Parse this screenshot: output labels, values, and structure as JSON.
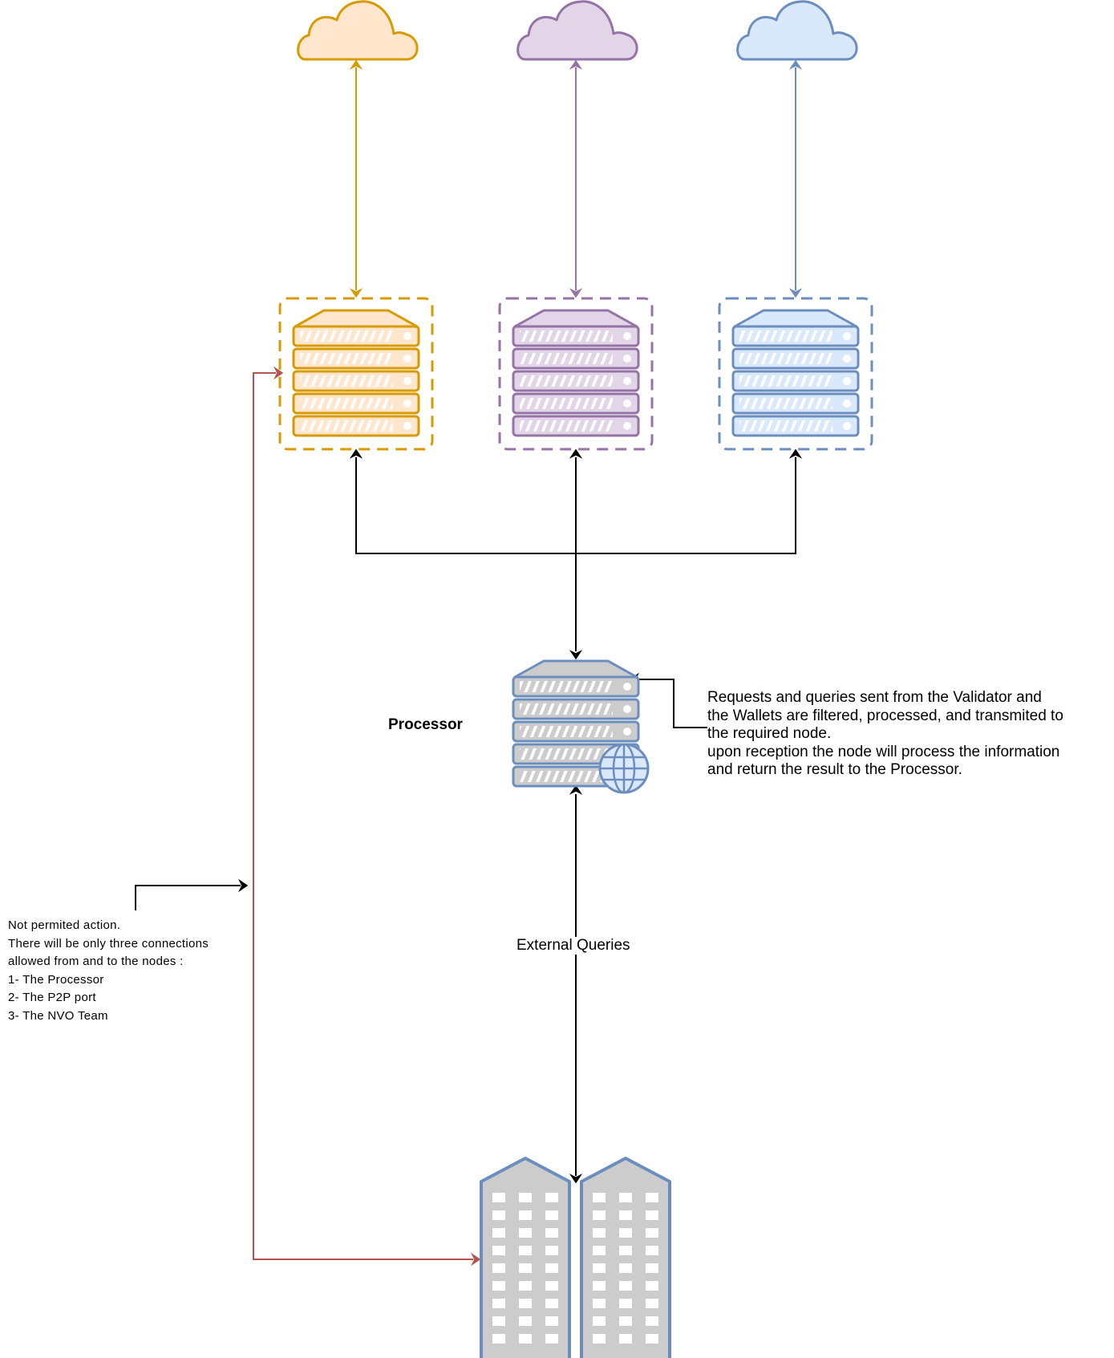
{
  "colors": {
    "orange": {
      "stroke": "#d79b00",
      "fill": "#ffe6cc"
    },
    "purple": {
      "stroke": "#9673a6",
      "fill": "#e1d5e7"
    },
    "blue": {
      "stroke": "#6c8ebf",
      "fill": "#dae8fc"
    },
    "gray": {
      "fill": "#cccccc"
    },
    "red": "#b85450",
    "black": "#000000"
  },
  "nodes": [
    {
      "id": "node-orange",
      "color": "orange"
    },
    {
      "id": "node-purple",
      "color": "purple"
    },
    {
      "id": "node-blue",
      "color": "blue"
    }
  ],
  "clouds": [
    {
      "id": "cloud-orange",
      "color": "orange"
    },
    {
      "id": "cloud-purple",
      "color": "purple"
    },
    {
      "id": "cloud-blue",
      "color": "blue"
    }
  ],
  "icons": {
    "cloud": "cloud-icon",
    "server": "server-rack-icon",
    "web_server": "web-server-icon",
    "globe": "globe-icon",
    "building": "office-buildings-icon"
  },
  "labels": {
    "processor": "Processor",
    "external_queries": "External Queries"
  },
  "description_lines": [
    "Requests and queries sent from the Validator and",
    "the Wallets are filtered, processed, and transmited to",
    "the required node.",
    "upon reception the node will process the information",
    "and return the result to the Processor."
  ],
  "note_lines": [
    "Not permited action.",
    "There will be only three connections",
    "allowed from and to the nodes :",
    "1- The Processor",
    "2- The P2P port",
    "3- The NVO Team"
  ]
}
